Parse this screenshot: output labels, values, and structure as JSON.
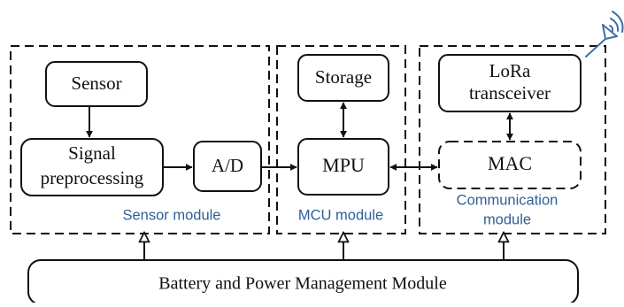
{
  "diagram": {
    "modules": {
      "sensor_label": "Sensor module",
      "mcu_label": "MCU module",
      "comm_label_line1": "Communication",
      "comm_label_line2": "module"
    },
    "nodes": {
      "sensor": "Sensor",
      "signal_line1": "Signal",
      "signal_line2": "preprocessing",
      "ad": "A/D",
      "storage": "Storage",
      "mpu": "MPU",
      "lora_line1": "LoRa",
      "lora_line2": "transceiver",
      "mac": "MAC",
      "power": "Battery and Power Management Module"
    },
    "colors": {
      "line": "#111111",
      "module_label": "#2f5f96",
      "antenna": "#3d6ea8"
    },
    "icons": [
      "antenna-icon"
    ]
  }
}
